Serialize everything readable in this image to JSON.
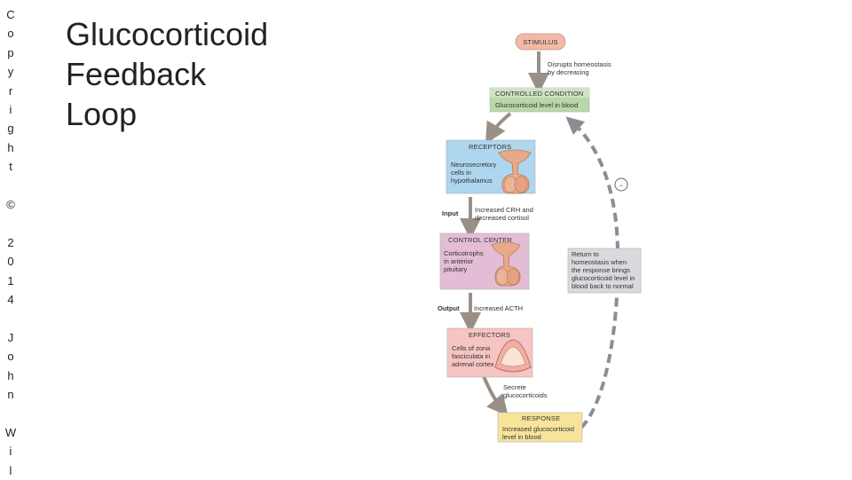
{
  "sidebar": {
    "copyright_vertical": "C\no\np\ny\nr\ni\ng\nh\nt\n\n©\n\n2\n0\n1\n4\n\nJ\no\nh\nn\n\nW\ni\nl"
  },
  "title": {
    "line1": "Glucocorticoid",
    "line2": "Feedback",
    "line3": "Loop"
  },
  "diagram": {
    "stimulus": "STIMULUS",
    "disrupts_line1": "Disrupts homeostasis",
    "disrupts_line2": "by decreasing",
    "controlled_condition": {
      "header": "CONTROLLED CONDITION",
      "body": "Glucocorticoid level in blood"
    },
    "receptors": {
      "header": "RECEPTORS",
      "line1": "Neurosecretory",
      "line2": "cells in",
      "line3": "hypothalamus"
    },
    "input_label": "Input",
    "input_desc_line1": "Increased CRH and",
    "input_desc_line2": "decreased cortisol",
    "control_center": {
      "header": "CONTROL CENTER",
      "line1": "Corticotrophs",
      "line2": "in anterior",
      "line3": "pituitary"
    },
    "output_label": "Output",
    "output_desc": "Increased ACTH",
    "effectors": {
      "header": "EFFECTORS",
      "line1": "Cells of zona",
      "line2": "fasciculata in",
      "line3": "adrenal cortex"
    },
    "secrete_line1": "Secrete",
    "secrete_line2": "glucocorticoids",
    "response": {
      "header": "RESPONSE",
      "line1": "Increased glucocorticoid",
      "line2": "level in blood"
    },
    "return_box": {
      "line1": "Return to",
      "line2": "homeostasis when",
      "line3": "the response brings",
      "line4": "glucocorticoid level in",
      "line5": "blood back to normal"
    },
    "negative_sign": "−",
    "colors": {
      "stimulus": "#f2b9a8",
      "controlled": "#b9d7a8",
      "receptors": "#aed6ee",
      "control_center": "#e3bdd6",
      "effectors": "#f6c4c2",
      "response": "#f7e49a",
      "return_box": "#d9d9de",
      "arrow": "#9a8f86",
      "loop": "#8c8c94"
    }
  }
}
